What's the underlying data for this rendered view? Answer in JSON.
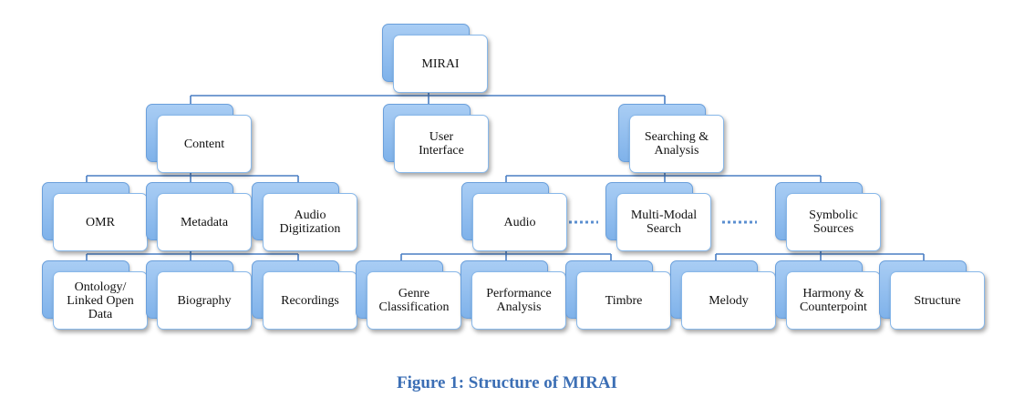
{
  "nodes": {
    "mirai": "MIRAI",
    "content": "Content",
    "user_interface": "User\nInterface",
    "searching_analysis": "Searching &\nAnalysis",
    "omr": "OMR",
    "metadata": "Metadata",
    "audio_digitization": "Audio\nDigitization",
    "audio": "Audio",
    "multi_modal_search": "Multi-Modal\nSearch",
    "symbolic_sources": "Symbolic\nSources",
    "ontology": "Ontology/\nLinked Open\nData",
    "biography": "Biography",
    "recordings": "Recordings",
    "genre_classification": "Genre\nClassification",
    "performance_analysis": "Performance\nAnalysis",
    "timbre": "Timbre",
    "melody": "Melody",
    "harmony_counterpoint": "Harmony &\nCounterpoint",
    "structure": "Structure"
  },
  "caption": "Figure 1: Structure of MIRAI",
  "colors": {
    "box_back": "#8fbdef",
    "connector": "#4a7fc4",
    "caption": "#3c6fb5"
  }
}
